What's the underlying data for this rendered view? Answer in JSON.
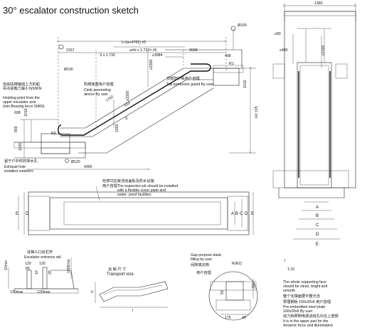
{
  "header": {
    "title": "30° escalator construction sketch"
  },
  "side_view": {
    "dim_L": "L=(a+4765)    ±5",
    "dim_a": "a=H x 1.732=     ±5",
    "dim_2157": "2157",
    "dim_sx": "S x 1.732",
    "dim_3984": "≥3984",
    "dim_2608": "2608",
    "dim_408": "408",
    "dim_d100_top": "Ø100",
    "dim_d100_left": "Ø100",
    "dim_2300_top": "≥2300",
    "dim_r1": "R1",
    "dim_1010_right": "1010",
    "dim_hs": "H±   ±15",
    "dim_2300_mid": "≥2300",
    "dim_1792": "1792",
    "dim_618": "618",
    "dim_1000": "1000",
    "dim_s": "S",
    "dim_608": "608",
    "dim_1010_left": "1010",
    "dim_900": "900",
    "dim_1100": "1100",
    "dim_r2": "R2",
    "dim_d120": "Ø120",
    "dim_4300": "4300",
    "hoist_cn": "自动扶梯轴线上方的起\n吊点承载力最小为50KN",
    "hoist_en": "Hoisting point from the\nupper escalator axis\n(min.Bearing force 50KN)",
    "climb_cn": "防爬装置用户自理",
    "climb_en": "Cimb preventing\ndevice By user",
    "guard_cn": "顶部防护板用户自理",
    "guard_en": "Top protection guard By user",
    "exhaust_cn": "留于户外时的排水孔",
    "exhaust_en": "Exhaust hole\ninstalled outdoors"
  },
  "section_view": {
    "dim_1360": "1360",
    "dim_80": "≥80",
    "dim_400": "≥400",
    "dim_2100": "≥2100",
    "labels": [
      "A",
      "B",
      "C",
      "D",
      "E"
    ]
  },
  "plan_view": {
    "pit_cn": "检修坑应装活动盖板及防水设施",
    "pit_user_cn": "用户自理",
    "pit_en": "The inspection pit should be installed\nwith a flexible cover plate and\nwater- proof facilities",
    "labels_left": [
      "E",
      "D"
    ],
    "labels_right": [
      "A",
      "B",
      "C",
      "D",
      "E"
    ]
  },
  "entrance_rail": {
    "title_cn": "扶梯入口处栏杆",
    "title_en": "Escalator entrance rail",
    "dim_120a": "120",
    "dim_80": "80",
    "dim_120b": "120",
    "dim_10": "10",
    "dim_25": "25",
    "dim_10min": "10min",
    "dim_1000min": "1000min",
    "dim_120max_a": "120max",
    "dim_120max_b": "120max"
  },
  "transport": {
    "title_cn": "运 输 尺 寸",
    "title_en": "Transport size",
    "dim_l": "l",
    "dim_h": "h"
  },
  "support_detail": {
    "gap_cn": "间隙填充物",
    "gap_en": "Gap purpose daub\nfilling by user",
    "steel_cn": "预埋钢板用户自理",
    "user_cn": "用户自理",
    "dim_r1r2": "R(R2)",
    "dim_i": "I",
    "dim_scale": "1:10",
    "dim_50": "50",
    "dim_300": "300",
    "dim_175": "175",
    "dim_40": "40",
    "note_en1": "The whole supporting face\nshould be clean, bright and\nsmooth",
    "note_cn1": "整个支撑面要平整光洁",
    "note_cn2": "预埋钢板 160x20x6 用户自理",
    "note_en2": "Pre-embedded steel plate\n160x20x6 By user",
    "note_cn3": "动力和照明电源进线孔均在上部部",
    "note_en3": "It is in the upper part for the\ndynamic force and illuminating\nmains"
  }
}
